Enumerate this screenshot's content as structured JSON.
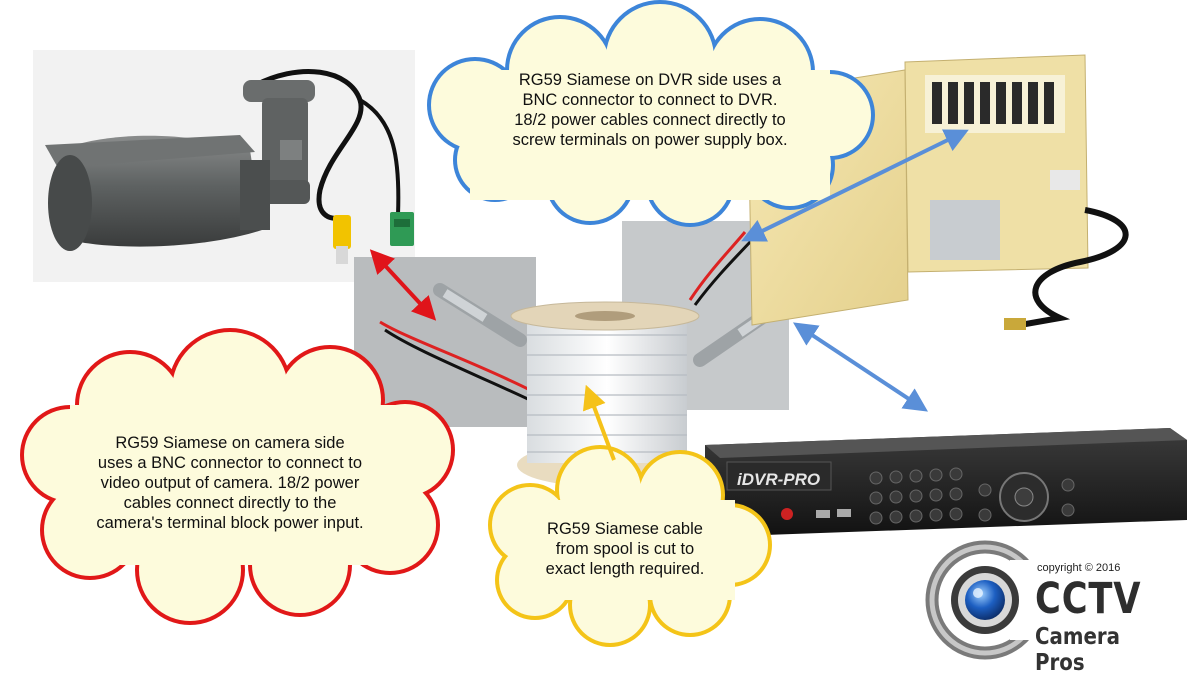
{
  "callouts": {
    "dvr_side": {
      "lines": [
        "RG59 Siamese on DVR side uses a",
        "BNC connector to connect to DVR.",
        "18/2 power cables connect directly to",
        "screw terminals on power supply box."
      ]
    },
    "camera_side": {
      "lines": [
        "RG59 Siamese on camera side",
        "uses a BNC connector to connect to",
        "video output of camera. 18/2 power",
        "cables connect directly to the",
        "camera's terminal block power input."
      ]
    },
    "spool": {
      "lines": [
        "RG59 Siamese cable",
        "from spool is cut to",
        "exact length required."
      ]
    }
  },
  "dvr": {
    "brand": "iDVR-PRO"
  },
  "logo": {
    "copyright": "copyright © 2016",
    "line1": "CCTV",
    "line2": "Camera Pros"
  },
  "colors": {
    "cloud_fill": "#fdfbdc",
    "dvr_cloud_border": "#3d85d9",
    "camera_cloud_border": "#e11818",
    "spool_cloud_border": "#f4c418",
    "red_arrow": "#e0141a",
    "blue_arrow": "#5a8fd8",
    "yellow_arrow": "#f5c21a"
  }
}
